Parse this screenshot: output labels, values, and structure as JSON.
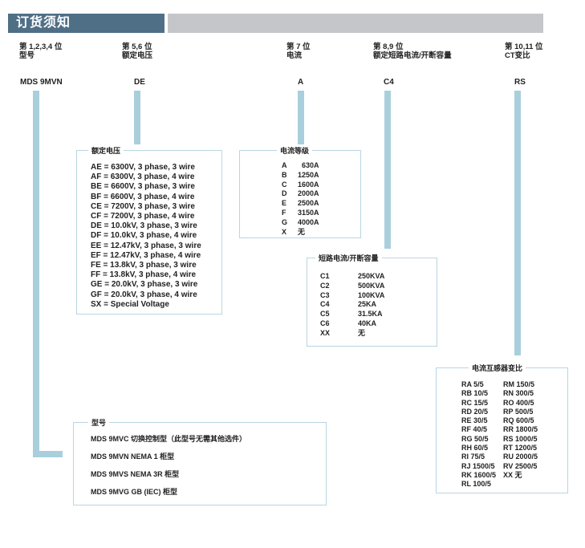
{
  "header": {
    "title": "订货须知"
  },
  "positions": [
    {
      "line1": "第 1,2,3,4 位",
      "line2": "型号",
      "code": "MDS 9MVN"
    },
    {
      "line1": "第 5,6 位",
      "line2": "额定电压",
      "code": "DE"
    },
    {
      "line1": "第 7 位",
      "line2": "电流",
      "code": "A"
    },
    {
      "line1": "第 8,9 位",
      "line2": "额定短路电流/开断容量",
      "code": "C4"
    },
    {
      "line1": "第 10,11 位",
      "line2": "CT变比",
      "code": "RS"
    }
  ],
  "voltage": {
    "title": "额定电压",
    "items": [
      "AE = 6300V, 3 phase, 3 wire",
      "AF = 6300V, 3 phase, 4 wire",
      "BE = 6600V, 3 phase, 3 wire",
      "BF = 6600V, 3 phase, 4 wire",
      "CE = 7200V, 3 phase, 3 wire",
      "CF = 7200V, 3 phase, 4 wire",
      "DE = 10.0kV, 3 phase, 3 wire",
      "DF = 10.0kV, 3 phase, 4 wire",
      "EE = 12.47kV, 3 phase, 3 wire",
      "EF = 12.47kV, 3 phase, 4 wire",
      "FE = 13.8kV, 3 phase, 3 wire",
      "FF = 13.8kV, 3 phase, 4 wire",
      "GE = 20.0kV, 3 phase, 3 wire",
      "GF = 20.0kV, 3 phase, 4 wire",
      "SX = Special Voltage"
    ]
  },
  "current": {
    "title": "电流等级",
    "items": [
      {
        "code": "A",
        "value": "630A"
      },
      {
        "code": "B",
        "value": "1250A"
      },
      {
        "code": "C",
        "value": "1600A"
      },
      {
        "code": "D",
        "value": "2000A"
      },
      {
        "code": "E",
        "value": "2500A"
      },
      {
        "code": "F",
        "value": "3150A"
      },
      {
        "code": "G",
        "value": "4000A"
      },
      {
        "code": "X",
        "value": "无"
      }
    ]
  },
  "short_circuit": {
    "title": "短路电流/开断容量",
    "items": [
      {
        "code": "C1",
        "value": "250KVA"
      },
      {
        "code": "C2",
        "value": "500KVA"
      },
      {
        "code": "C3",
        "value": "100KVA"
      },
      {
        "code": "C4",
        "value": "25KA"
      },
      {
        "code": "C5",
        "value": "31.5KA"
      },
      {
        "code": "C6",
        "value": "40KA"
      },
      {
        "code": "XX",
        "value": "无"
      }
    ]
  },
  "ct_ratio": {
    "title": "电流互感器变比",
    "rows": [
      {
        "left": "RA  5/5",
        "right": "RM  150/5"
      },
      {
        "left": "RB  10/5",
        "right": "RN  300/5"
      },
      {
        "left": "RC  15/5",
        "right": "RO  400/5"
      },
      {
        "left": "RD  20/5",
        "right": "RP  500/5"
      },
      {
        "left": "RE  30/5",
        "right": "RQ  600/5"
      },
      {
        "left": "RF  40/5",
        "right": "RR  1800/5"
      },
      {
        "left": "RG  50/5",
        "right": "RS  1000/5"
      },
      {
        "left": "RH  60/5",
        "right": "RT  1200/5"
      },
      {
        "left": "RI  75/5",
        "right": "RU  2000/5"
      },
      {
        "left": "RJ  1500/5",
        "right": "RV  2500/5"
      },
      {
        "left": "RK  1600/5",
        "right": "XX  无"
      },
      {
        "left": "RL  100/5",
        "right": ""
      }
    ]
  },
  "model": {
    "title": "型号",
    "items": [
      "MDS 9MVC  切换控制型（此型号无需其他选件）",
      "MDS 9MVN  NEMA 1  柜型",
      "MDS 9MVS  NEMA 3R 柜型",
      "MDS 9MVG  GB (IEC) 柜型"
    ]
  }
}
